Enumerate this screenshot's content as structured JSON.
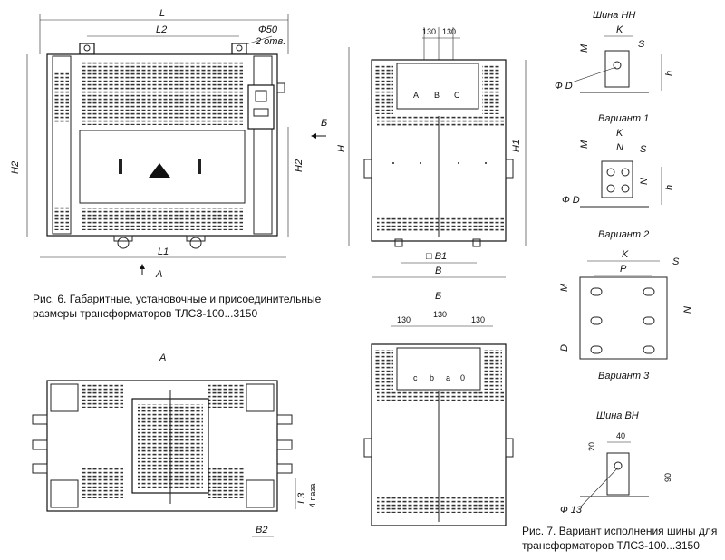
{
  "captions": {
    "fig6_line1": "Рис. 6. Габаритные, установочные и присоединительные",
    "fig6_line2": "размеры трансформаторов ТЛСЗ-100...3150",
    "fig7_line1": "Рис. 7. Вариант исполнения шины для",
    "fig7_line2": "трансформаторов ТЛСЗ-100...3150"
  },
  "front_view": {
    "L": "L",
    "L2": "L2",
    "L1": "L1",
    "H2": "H2",
    "hole_dia": "Ф50",
    "hole_count": "2 отв.",
    "arrow_b": "Б",
    "arrow_a": "А"
  },
  "side_view": {
    "d130a": "130",
    "d130b": "130",
    "phaseA": "А",
    "phaseB": "В",
    "phaseC": "С",
    "H": "H",
    "H1": "H1",
    "B1": "□ В1",
    "B": "В"
  },
  "top_view": {
    "title": "А",
    "L3": "L3",
    "holes": "4 паза",
    "B2": "В2"
  },
  "view_b": {
    "title": "Б",
    "d1": "130",
    "d2": "130",
    "d3": "130",
    "t1": "с",
    "t2": "b",
    "t3": "a",
    "t4": "0"
  },
  "bus_nn": {
    "title": "Шина НН",
    "K": "K",
    "M": "M",
    "S": "S",
    "D": "Ф D",
    "h": "h"
  },
  "variant1": {
    "title": "Вариант 1",
    "K": "K",
    "N": "N",
    "M": "M",
    "S": "S",
    "D": "Ф D",
    "h": "h",
    "Nv": "N"
  },
  "variant2": {
    "title": "Вариант 2",
    "K": "K",
    "P": "P",
    "S": "S",
    "M": "M",
    "N": "N",
    "D": "D"
  },
  "variant3": {
    "title": "Вариант 3"
  },
  "bus_vn": {
    "title": "Шина ВН",
    "d40": "40",
    "d20": "20",
    "d90": "90",
    "d13": "Ф 13"
  }
}
